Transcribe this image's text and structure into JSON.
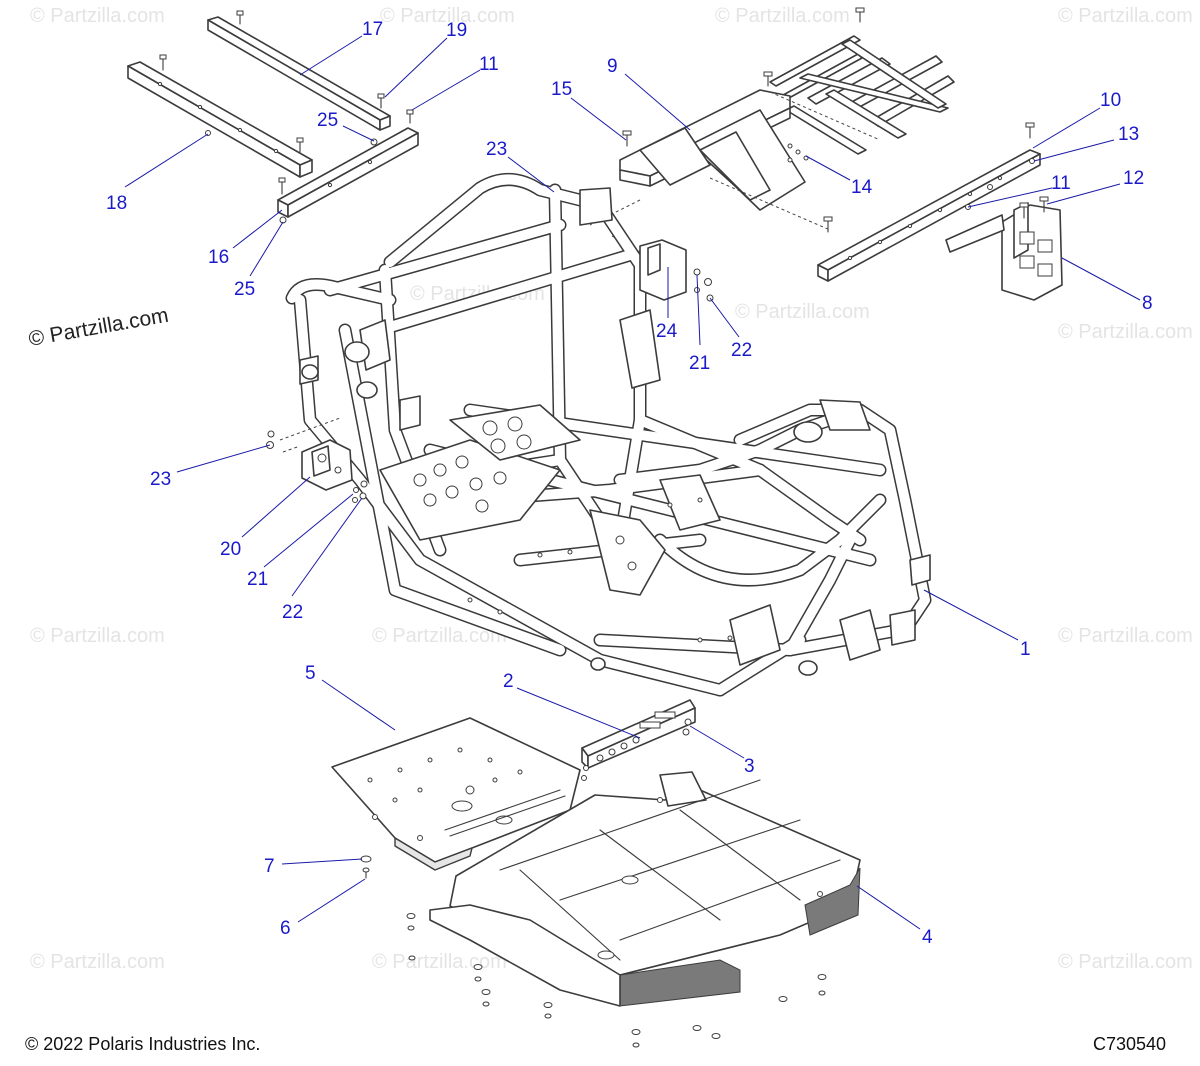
{
  "diagram": {
    "watermark_main": "© Partzilla.com",
    "watermark_faint": "© Partzilla.com",
    "copyright": "© 2022 Polaris Industries Inc.",
    "drawing_number": "C730540",
    "callouts": [
      {
        "id": "c17",
        "label": "17"
      },
      {
        "id": "c19",
        "label": "19"
      },
      {
        "id": "c11a",
        "label": "11"
      },
      {
        "id": "c25a",
        "label": "25"
      },
      {
        "id": "c18",
        "label": "18"
      },
      {
        "id": "c16",
        "label": "16"
      },
      {
        "id": "c25b",
        "label": "25"
      },
      {
        "id": "c9",
        "label": "9"
      },
      {
        "id": "c15",
        "label": "15"
      },
      {
        "id": "c23a",
        "label": "23"
      },
      {
        "id": "c14",
        "label": "14"
      },
      {
        "id": "c10",
        "label": "10"
      },
      {
        "id": "c13",
        "label": "13"
      },
      {
        "id": "c11b",
        "label": "11"
      },
      {
        "id": "c12",
        "label": "12"
      },
      {
        "id": "c8",
        "label": "8"
      },
      {
        "id": "c24",
        "label": "24"
      },
      {
        "id": "c21a",
        "label": "21"
      },
      {
        "id": "c22a",
        "label": "22"
      },
      {
        "id": "c23b",
        "label": "23"
      },
      {
        "id": "c20",
        "label": "20"
      },
      {
        "id": "c21b",
        "label": "21"
      },
      {
        "id": "c22b",
        "label": "22"
      },
      {
        "id": "c1",
        "label": "1"
      },
      {
        "id": "c2",
        "label": "2"
      },
      {
        "id": "c3",
        "label": "3"
      },
      {
        "id": "c5",
        "label": "5"
      },
      {
        "id": "c7",
        "label": "7"
      },
      {
        "id": "c6",
        "label": "6"
      },
      {
        "id": "c4",
        "label": "4"
      }
    ]
  }
}
